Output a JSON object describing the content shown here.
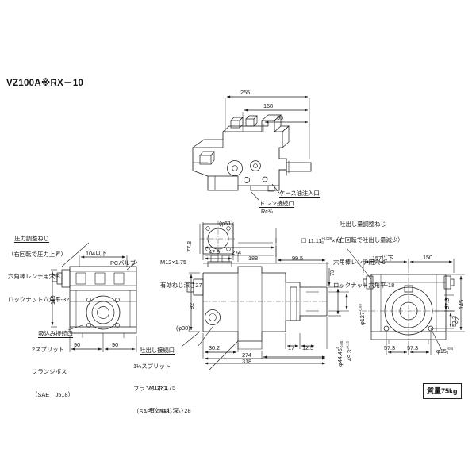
{
  "sheet": {
    "title": "VZ100A※RX－10",
    "weight_label": "質量75kg",
    "background_color": "#ffffff",
    "line_color": "#1a1a1a"
  },
  "annotations": {
    "case_oil_filler": "ケース油注入口",
    "drain_port": "ドレン接続口",
    "drain_port_thread": "Rc¾",
    "pc_valve": "PCバルブ",
    "pressure_adjust": {
      "line1": "圧力調整ねじ",
      "line2": "（右回転で圧力上昇）",
      "line3": "六角棒レンチ用穴-8",
      "line4": "ロックナット六角平-32"
    },
    "flow_adjust": {
      "line1": "吐出し量調整ねじ",
      "line2": "（右回転で吐出し量減少）",
      "line3": "六角棒レンチ用穴-6",
      "line4": "ロックナット六角平-18"
    },
    "suction_port": {
      "line1": "吸込み接続口",
      "line2": "2スプリット",
      "line3": "フランジボス",
      "line4": "（SAE　J518）"
    },
    "discharge_port": {
      "line1": "吐出し接続口",
      "line2": "1¼スプリット",
      "line3": "フランジボス",
      "line4": "（SAE　J518）"
    },
    "thread_suction": {
      "line1": "M12×1.75",
      "line2": "有効ねじ深さ27"
    },
    "thread_discharge": {
      "line1": "M12×1.75",
      "line2": "有効ねじ深さ28"
    }
  },
  "dimensions": {
    "top_view": {
      "d255": "255",
      "d168": "168",
      "d95": "95"
    },
    "left_view": {
      "d104": "104以下",
      "d115": "115",
      "d90a": "90",
      "d90b": "90"
    },
    "center_view": {
      "d_phi51": "(φ51)",
      "d77_8": "77.8",
      "d42_9": "42.9",
      "d274_top": "274",
      "d188": "188",
      "d99_5": "99.5",
      "d73": "73",
      "key_square": "☐ 11.11",
      "key_tol_upper": "+0.028",
      "key_tol_lower": "0",
      "key_length": "×73",
      "d92": "92",
      "d_phi30": "(φ30)",
      "d30_2": "30.2",
      "d17": "17",
      "d12_5": "12.5",
      "d274_bot": "274",
      "d318": "318",
      "d_phi44_45": "φ44.45",
      "d_phi44_tol_u": "0",
      "d_phi44_tol_l": "-0.05",
      "d49_3": "49.3",
      "d49_3_tol": "±0.15",
      "d_phi127": "φ127",
      "d_phi127_tol": "-0.03"
    },
    "right_view": {
      "d157": "157以下",
      "d150": "150",
      "d145": "145",
      "d57_3_v_a": "57.3",
      "d57_3_v_b": "57.3",
      "d92": "92",
      "d57_3_h_a": "57.3",
      "d57_3_h_b": "57.3",
      "d_phi15": "φ15",
      "d_phi15_tol_u": "+0.4",
      "d_phi15_tol_l": "0"
    }
  }
}
